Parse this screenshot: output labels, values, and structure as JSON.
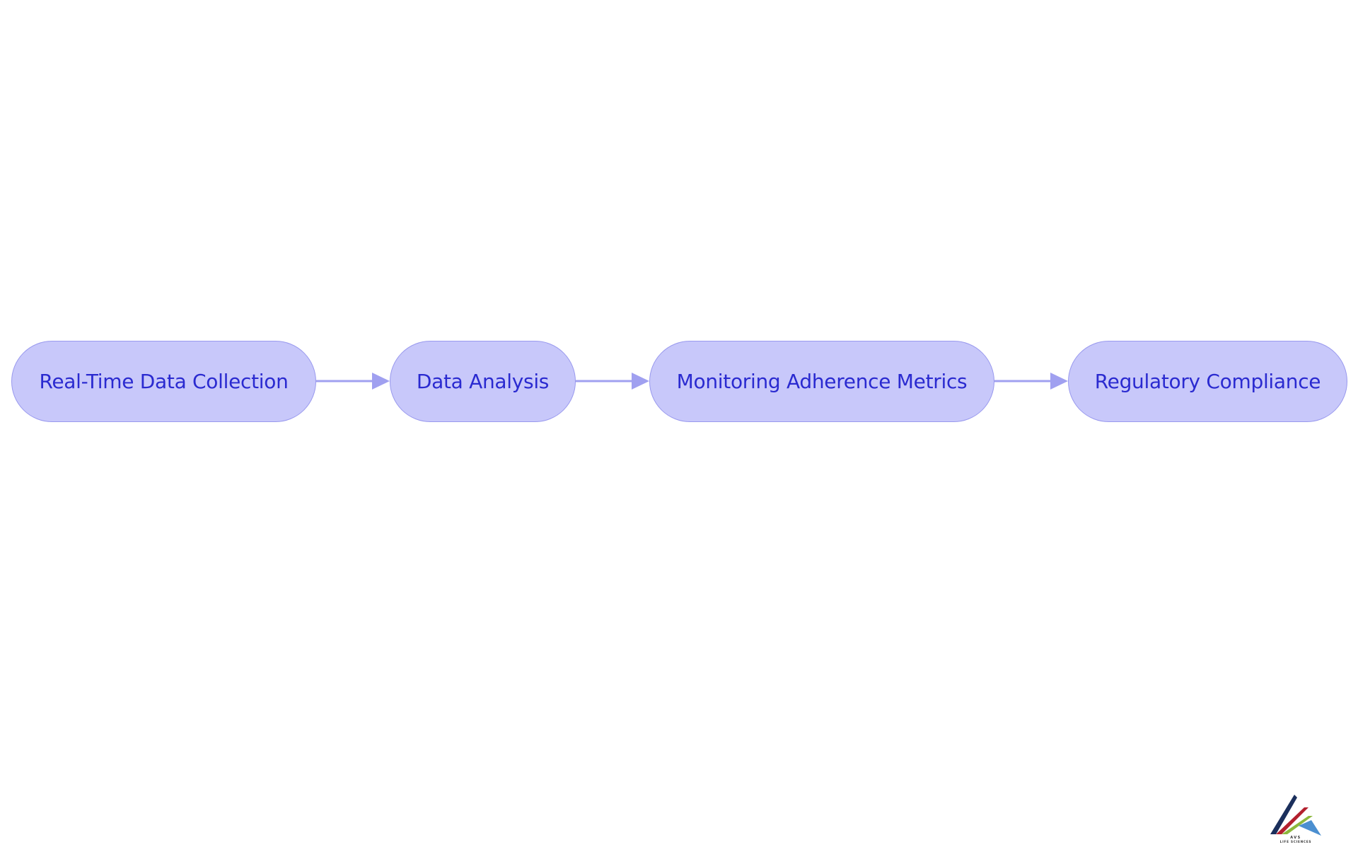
{
  "colors": {
    "node_fill": "#c8c8fa",
    "node_border": "#9999ee",
    "node_text": "#2a2ad0",
    "edge": "#a0a0f0"
  },
  "nodes": [
    {
      "label": "Real-Time Data Collection"
    },
    {
      "label": "Data Analysis"
    },
    {
      "label": "Monitoring Adherence Metrics"
    },
    {
      "label": "Regulatory Compliance"
    }
  ],
  "edges": [
    {
      "from": "Real-Time Data Collection",
      "to": "Data Analysis"
    },
    {
      "from": "Data Analysis",
      "to": "Monitoring Adherence Metrics"
    },
    {
      "from": "Monitoring Adherence Metrics",
      "to": "Regulatory Compliance"
    }
  ],
  "logo": {
    "line1": "AVS",
    "line2": "LIFE SCIENCES",
    "colors": [
      "#1b2f5c",
      "#b3202e",
      "#8db83c",
      "#4b8fd0"
    ]
  }
}
